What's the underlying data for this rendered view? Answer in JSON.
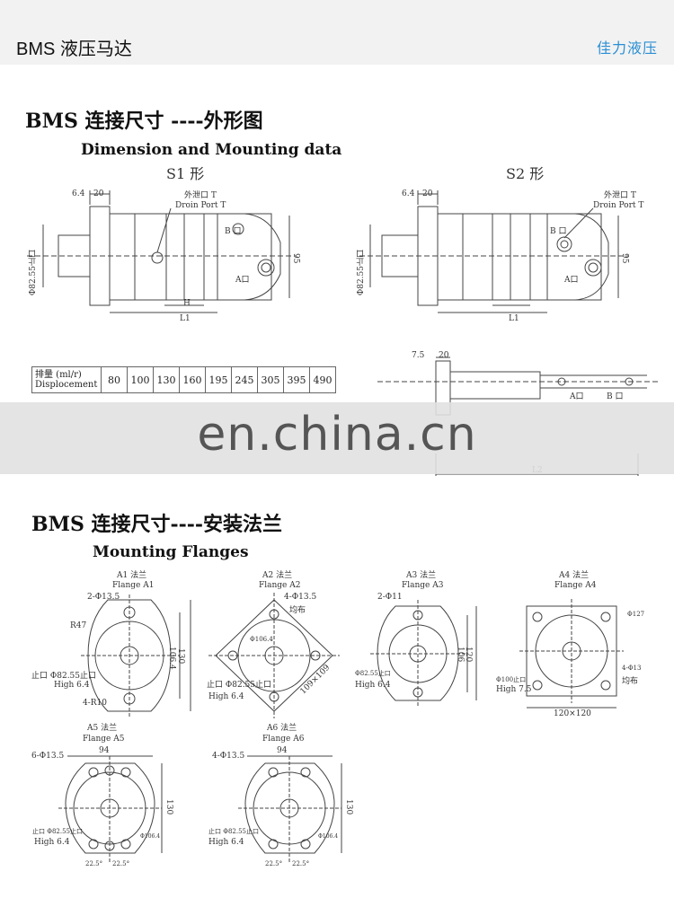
{
  "header": {
    "title": "BMS 液压马达",
    "brand": "佳力液压"
  },
  "section1": {
    "title_cn": "BMS 连接尺寸 ----外形图",
    "title_en": "Dimension and Mounting data",
    "s1_label": "S1 形",
    "s2_label": "S2 形",
    "dim_64": "6.4",
    "dim_20": "20",
    "drain_cn": "外泄口 T",
    "drain_en": "Droin Port T",
    "port_b": "B 口",
    "port_a": "A口",
    "dia": "Φ82.55止口",
    "d95": "95",
    "h": "H",
    "l1": "L1",
    "d75": "7.5",
    "l2": "L2",
    "port_a2": "A口",
    "port_b2": "B 口"
  },
  "displacement": {
    "label_cn": "排量 (ml/r)",
    "label_en": "Displocement",
    "values": [
      "80",
      "100",
      "130",
      "160",
      "195",
      "245",
      "305",
      "395",
      "490"
    ]
  },
  "watermark": "en.china.cn",
  "section2": {
    "title_cn": "BMS 连接尺寸----安装法兰",
    "title_en": "Mounting  Flanges",
    "flanges": [
      {
        "cn": "A1 法兰",
        "en": "Flange A1",
        "holes": "2-Φ13.5",
        "r": "R47",
        "pilot": "止口 Φ82.55止口",
        "high": "High 6.4",
        "corner": "4-R10",
        "d1": "106.4",
        "d2": "130"
      },
      {
        "cn": "A2 法兰",
        "en": "Flange A2",
        "holes": "4-Φ13.5",
        "even": "均布",
        "diag": "109×109",
        "pilot": "止口 Φ82.55止口",
        "high": "High 6.4",
        "small": "Φ106.4"
      },
      {
        "cn": "A3 法兰",
        "en": "Flange A3",
        "holes": "2-Φ11",
        "pilot": "Φ82.55止口",
        "high": "High 6.4",
        "d1": "106",
        "d2": "120"
      },
      {
        "cn": "A4 法兰",
        "en": "Flange A4",
        "dia": "Φ127",
        "pilot": "Φ100止口",
        "high": "High 7.5",
        "holes": "4-Φ13",
        "even": "均布",
        "size": "120×120"
      },
      {
        "cn": "A5 法兰",
        "en": "Flange A5",
        "holes": "6-Φ13.5",
        "w": "94",
        "pilot": "止口 Φ82.55止口",
        "high": "High 6.4",
        "d2": "130",
        "small": "Φ106.4",
        "angle": "22.5°"
      },
      {
        "cn": "A6 法兰",
        "en": "Flange A6",
        "holes": "4-Φ13.5",
        "w": "94",
        "pilot": "止口 Φ82.55止口",
        "high": "High 6.4",
        "d2": "130",
        "small": "Φ106.4",
        "angle": "22.5°"
      }
    ]
  }
}
